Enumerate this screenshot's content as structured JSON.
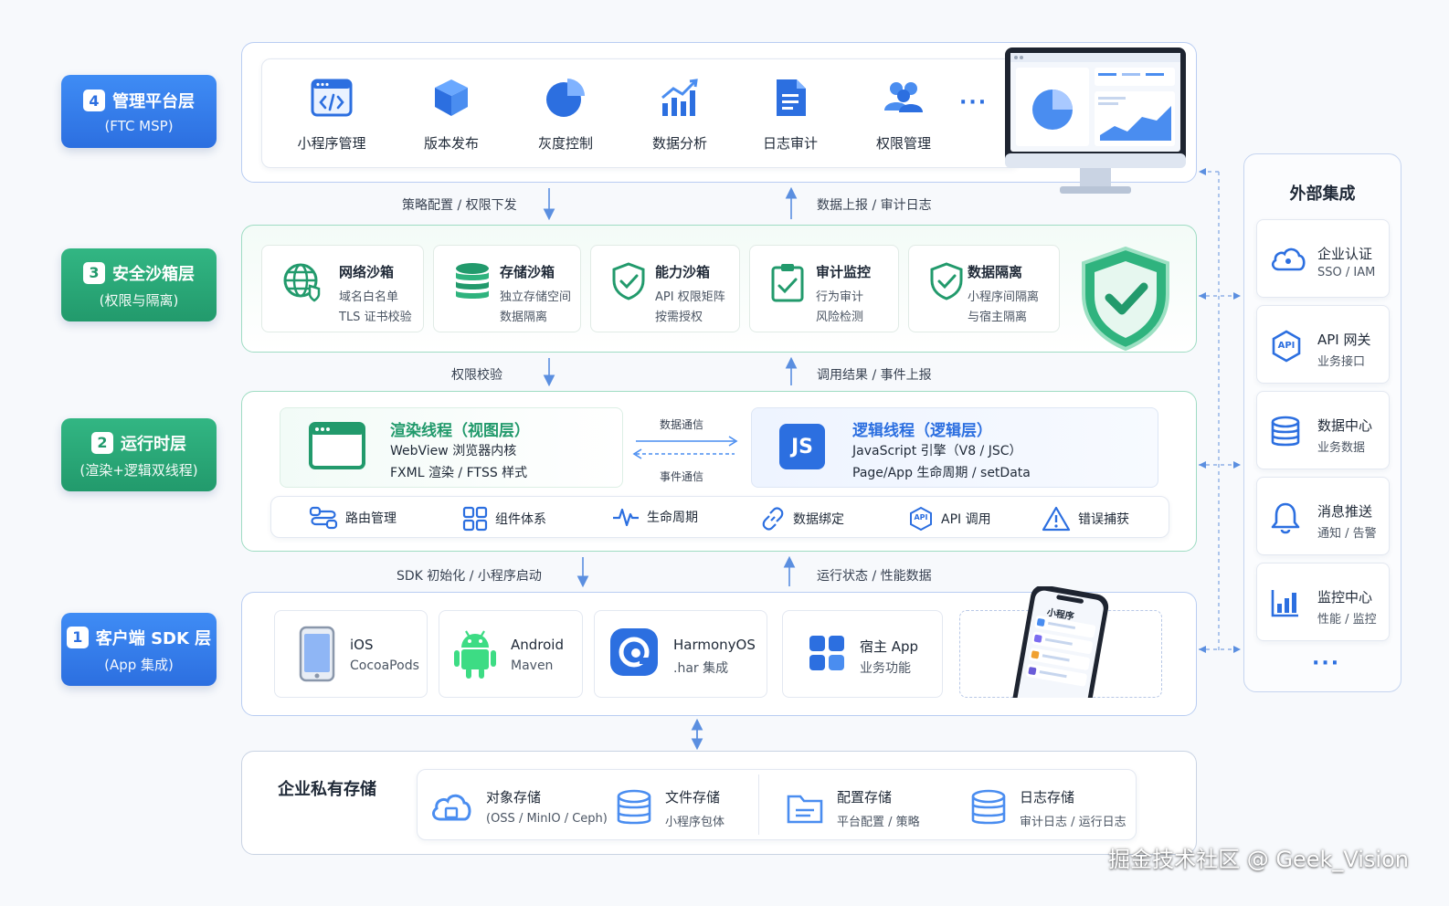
{
  "layers": [
    {
      "num": "4",
      "title": "管理平台层",
      "subtitle": "(FTC MSP)"
    },
    {
      "num": "3",
      "title": "安全沙箱层",
      "subtitle": "(权限与隔离)"
    },
    {
      "num": "2",
      "title": "运行时层",
      "subtitle": "(渲染+逻辑双线程)"
    },
    {
      "num": "1",
      "title": "客户端 SDK 层",
      "subtitle": "(App 集成)"
    }
  ],
  "platform": {
    "tools": [
      "小程序管理",
      "版本发布",
      "灰度控制",
      "数据分析",
      "日志审计",
      "权限管理"
    ],
    "more": "···"
  },
  "flows": {
    "f43_down": "策略配置 / 权限下发",
    "f43_up": "数据上报 / 审计日志",
    "f32_down": "权限校验",
    "f32_up": "调用结果 / 事件上报",
    "f21_down": "SDK 初始化 / 小程序启动",
    "f21_up": "运行状态 / 性能数据"
  },
  "sandbox": [
    {
      "title": "网络沙箱",
      "l1": "域名白名单",
      "l2": "TLS 证书校验"
    },
    {
      "title": "存储沙箱",
      "l1": "独立存储空间",
      "l2": "数据隔离"
    },
    {
      "title": "能力沙箱",
      "l1": "API 权限矩阵",
      "l2": "按需授权"
    },
    {
      "title": "审计监控",
      "l1": "行为审计",
      "l2": "风险检测"
    },
    {
      "title": "数据隔离",
      "l1": "小程序间隔离",
      "l2": "与宿主隔离"
    }
  ],
  "runtime": {
    "render": {
      "title": "渲染线程（视图层）",
      "l1": "WebView 浏览器内核",
      "l2": "FXML 渲染 / FTSS 样式"
    },
    "logic": {
      "title": "逻辑线程（逻辑层）",
      "l1": "JavaScript 引擎（V8 / JSC）",
      "l2": "Page/App 生命周期 / setData",
      "badge": "JS"
    },
    "comm_top": "数据通信",
    "comm_bottom": "事件通信",
    "chips": [
      "路由管理",
      "组件体系",
      "生命周期",
      "数据绑定",
      "API 调用",
      "错误捕获"
    ],
    "api_icon_text": "API"
  },
  "sdk": [
    {
      "t1": "iOS",
      "t2": "CocoaPods"
    },
    {
      "t1": "Android",
      "t2": "Maven"
    },
    {
      "t1": "HarmonyOS",
      "t2": ".har 集成"
    },
    {
      "t1": "宿主 App",
      "t2": "业务功能"
    }
  ],
  "phone_title": "小程序",
  "storage": {
    "title": "企业私有存储",
    "items": [
      {
        "t": "对象存储",
        "s": "(OSS / MinIO / Ceph)"
      },
      {
        "t": "文件存储",
        "s": "小程序包体"
      },
      {
        "t": "配置存储",
        "s": "平台配置 / 策略"
      },
      {
        "t": "日志存储",
        "s": "审计日志 / 运行日志"
      }
    ]
  },
  "external": {
    "title": "外部集成",
    "items": [
      {
        "t": "企业认证",
        "s": "SSO / IAM"
      },
      {
        "t": "API 网关",
        "s": "业务接口"
      },
      {
        "t": "数据中心",
        "s": "业务数据"
      },
      {
        "t": "消息推送",
        "s": "通知 / 告警"
      },
      {
        "t": "监控中心",
        "s": "性能 / 监控"
      }
    ],
    "api_icon_text": "API",
    "more": "···"
  },
  "watermark": "掘金技术社区 @ Geek_Vision",
  "colors": {
    "blue": "#2c6fe0",
    "green": "#229a6c",
    "light_blue": "#4a8df0"
  }
}
